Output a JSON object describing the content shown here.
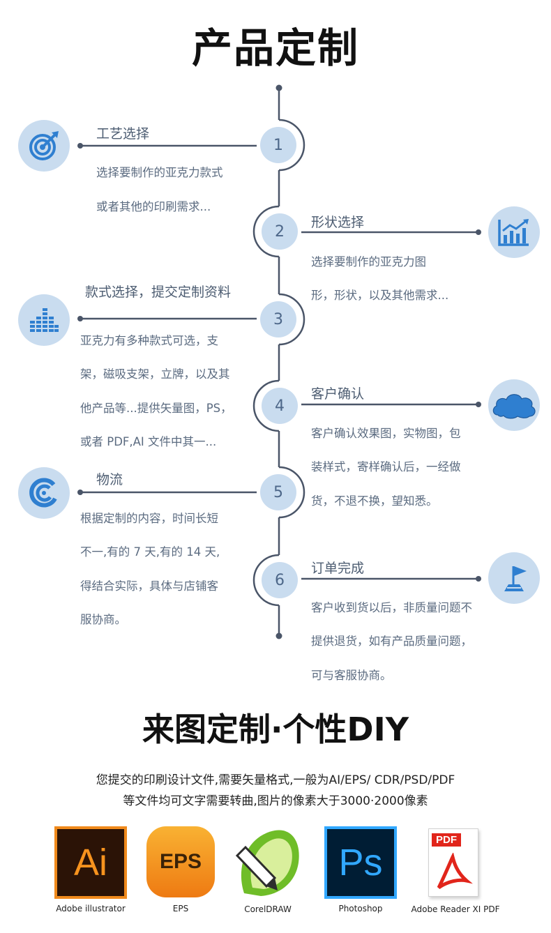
{
  "title": "产品定制",
  "steps": [
    {
      "num": "1",
      "title": "工艺选择",
      "desc": [
        "选择要制作的亚克力款式",
        "或者其他的印刷需求..."
      ],
      "icon": "target-icon"
    },
    {
      "num": "2",
      "title": "形状选择",
      "desc": [
        "选择要制作的亚克力图",
        "形，形状，以及其他需求..."
      ],
      "icon": "chart-growth-icon"
    },
    {
      "num": "3",
      "title": "款式选择，提交定制资料",
      "desc": [
        "亚克力有多种款式可选，支",
        "架，磁吸支架，立牌，以及其",
        "他产品等...提供矢量图，PS，",
        "或者 PDF,AI 文件中其一..."
      ],
      "icon": "equalizer-icon"
    },
    {
      "num": "4",
      "title": "客户确认",
      "desc": [
        "客户确认效果图，实物图，包",
        "装样式，寄样确认后，一经做",
        "货，不退不换，望知悉。"
      ],
      "icon": "cloud-icon"
    },
    {
      "num": "5",
      "title": "物流",
      "desc": [
        "根据定制的内容，时间长短",
        "不一,有的 7 天,有的 14 天,",
        "得结合实际，具体与店铺客",
        "服协商。"
      ],
      "icon": "spiral-icon"
    },
    {
      "num": "6",
      "title": "订单完成",
      "desc": [
        "客户收到货以后，非质量问题不",
        "提供退货，如有产品质量问题，",
        "可与客服协商。"
      ],
      "icon": "flag-icon"
    }
  ],
  "section2": {
    "title": "来图定制·个性DIY",
    "requirements": [
      "您提交的印刷设计文件,需要矢量格式,一般为AI/EPS/ CDR/PSD/PDF",
      "等文件均可文字需要转曲,图片的像素大于3000·2000像素"
    ]
  },
  "software": [
    {
      "name": "Adobe illustrator",
      "logo_text": "Ai"
    },
    {
      "name": "EPS",
      "logo_text": "EPS"
    },
    {
      "name": "CorelDRAW",
      "logo_text": ""
    },
    {
      "name": "Photoshop",
      "logo_text": "Ps"
    },
    {
      "name": "Adobe Reader XI PDF",
      "logo_text": "PDF"
    }
  ],
  "colors": {
    "accent": "#4d6789",
    "circle_bg": "#c9dcef",
    "icon_blue": "#2f7fd0"
  }
}
